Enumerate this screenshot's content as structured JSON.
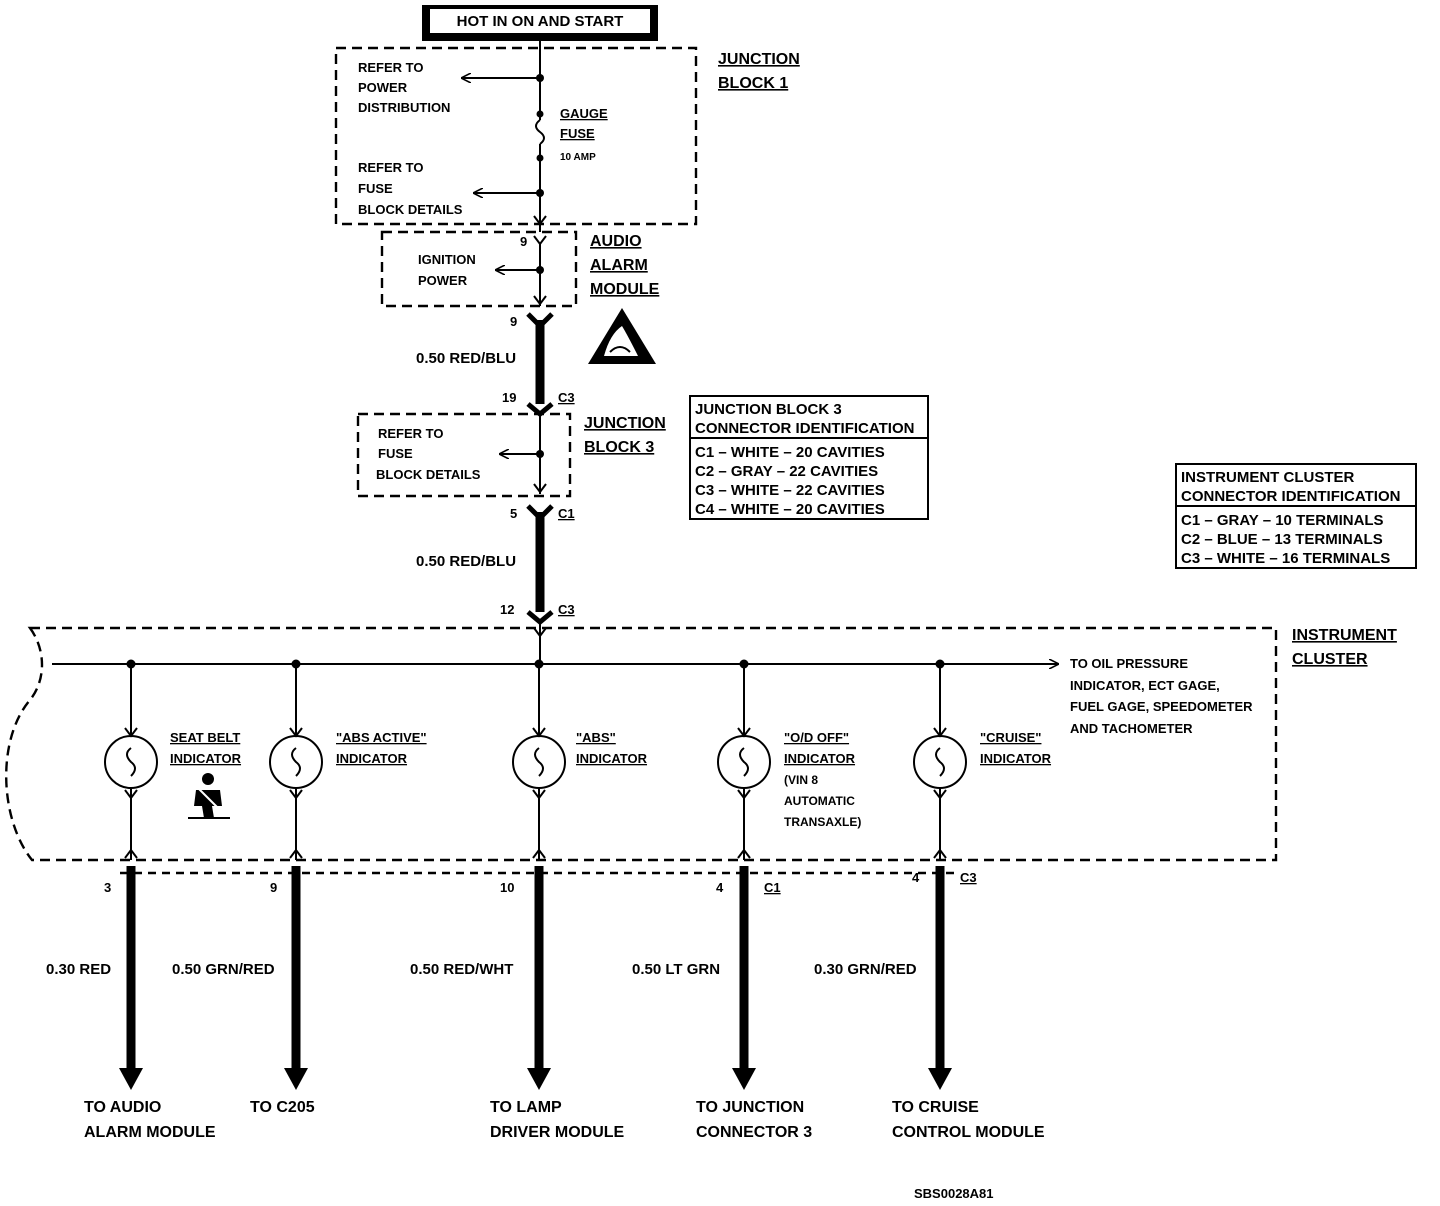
{
  "header": {
    "power_label": "HOT IN ON AND START"
  },
  "junction_block_1": {
    "title_line1": "JUNCTION",
    "title_line2": "BLOCK 1",
    "refer1": [
      "REFER TO",
      "POWER",
      "DISTRIBUTION"
    ],
    "fuse": [
      "GAUGE",
      "FUSE",
      "10 AMP"
    ],
    "refer2": [
      "REFER TO",
      "FUSE",
      "BLOCK DETAILS"
    ]
  },
  "audio_alarm_module": {
    "title": [
      "AUDIO",
      "ALARM",
      "MODULE"
    ],
    "pin_in": "9",
    "label": [
      "IGNITION",
      "POWER"
    ],
    "pin_out": "9"
  },
  "wire_top": "0.50 RED/BLU",
  "junction_block_3": {
    "pin_in": "19",
    "conn_in": "C3",
    "title_line1": "JUNCTION",
    "title_line2": "BLOCK 3",
    "refer": [
      "REFER TO",
      "FUSE",
      "BLOCK DETAILS"
    ],
    "pin_out": "5",
    "conn_out": "C1"
  },
  "jb3_connector_table": {
    "header": [
      "JUNCTION BLOCK 3",
      "CONNECTOR IDENTIFICATION"
    ],
    "rows": [
      "C1 – WHITE – 20 CAVITIES",
      "C2 – GRAY – 22 CAVITIES",
      "C3 – WHITE – 22 CAVITIES",
      "C4 – WHITE – 20 CAVITIES"
    ]
  },
  "ic_connector_table": {
    "header": [
      "INSTRUMENT CLUSTER",
      "CONNECTOR IDENTIFICATION"
    ],
    "rows": [
      "C1 – GRAY – 10 TERMINALS",
      "C2 – BLUE – 13 TERMINALS",
      "C3 – WHITE – 16 TERMINALS"
    ]
  },
  "wire_mid": "0.50 RED/BLU",
  "cluster_entry": {
    "pin": "12",
    "conn": "C3"
  },
  "instrument_cluster": {
    "title_line1": "INSTRUMENT",
    "title_line2": "CLUSTER",
    "to_note": [
      "TO OIL PRESSURE",
      "INDICATOR, ECT GAGE,",
      "FUEL GAGE, SPEEDOMETER",
      "AND TACHOMETER"
    ]
  },
  "indicators": [
    {
      "label": [
        "SEAT BELT",
        "INDICATOR"
      ],
      "note": [],
      "pin": "3",
      "conn": "",
      "wire": "0.30 RED",
      "dest": [
        "TO AUDIO",
        "ALARM MODULE"
      ]
    },
    {
      "label": [
        "\"ABS ACTIVE\"",
        "INDICATOR"
      ],
      "note": [],
      "pin": "9",
      "conn": "",
      "wire": "0.50 GRN/RED",
      "dest": [
        "TO C205",
        ""
      ]
    },
    {
      "label": [
        "\"ABS\"",
        "INDICATOR"
      ],
      "note": [],
      "pin": "10",
      "conn": "",
      "wire": "0.50 RED/WHT",
      "dest": [
        "TO LAMP",
        "DRIVER MODULE"
      ]
    },
    {
      "label": [
        "\"O/D OFF\"",
        "INDICATOR"
      ],
      "note": [
        "(VIN 8",
        "AUTOMATIC",
        "TRANSAXLE)"
      ],
      "pin": "4",
      "conn": "C1",
      "wire": "0.50 LT GRN",
      "dest": [
        "TO JUNCTION",
        "CONNECTOR 3"
      ]
    },
    {
      "label": [
        "\"CRUISE\"",
        "INDICATOR"
      ],
      "note": [],
      "pin": "4",
      "conn": "C3",
      "wire": "0.30 GRN/RED",
      "dest": [
        "TO CRUISE",
        "CONTROL MODULE"
      ]
    }
  ],
  "figure_code": "SBS0028A81"
}
